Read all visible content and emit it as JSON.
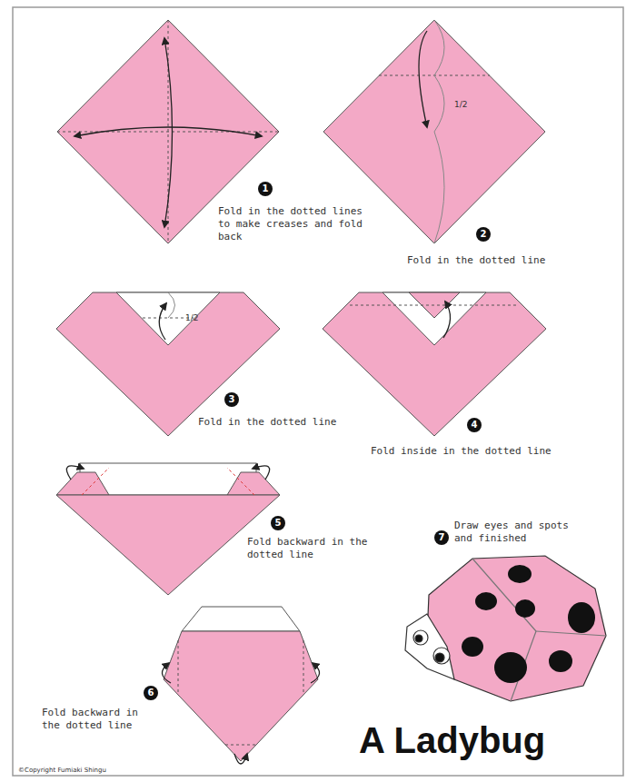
{
  "diagram": {
    "title": "A Ladybug",
    "labels": [
      "1",
      "Fold in the dotted lines to make creases and fold back",
      "2",
      "1/2",
      "Fold in the dotted line",
      "3",
      "1/2",
      "Fold in the dotted line",
      "4",
      "Fold inside in the dotted line",
      "5",
      "Fold backward in the dotted line",
      "6",
      "Fold backward in the dotted line",
      "7",
      "Draw eyes and spots and finished",
      "©Copyright Fumiaki Shingu"
    ]
  }
}
